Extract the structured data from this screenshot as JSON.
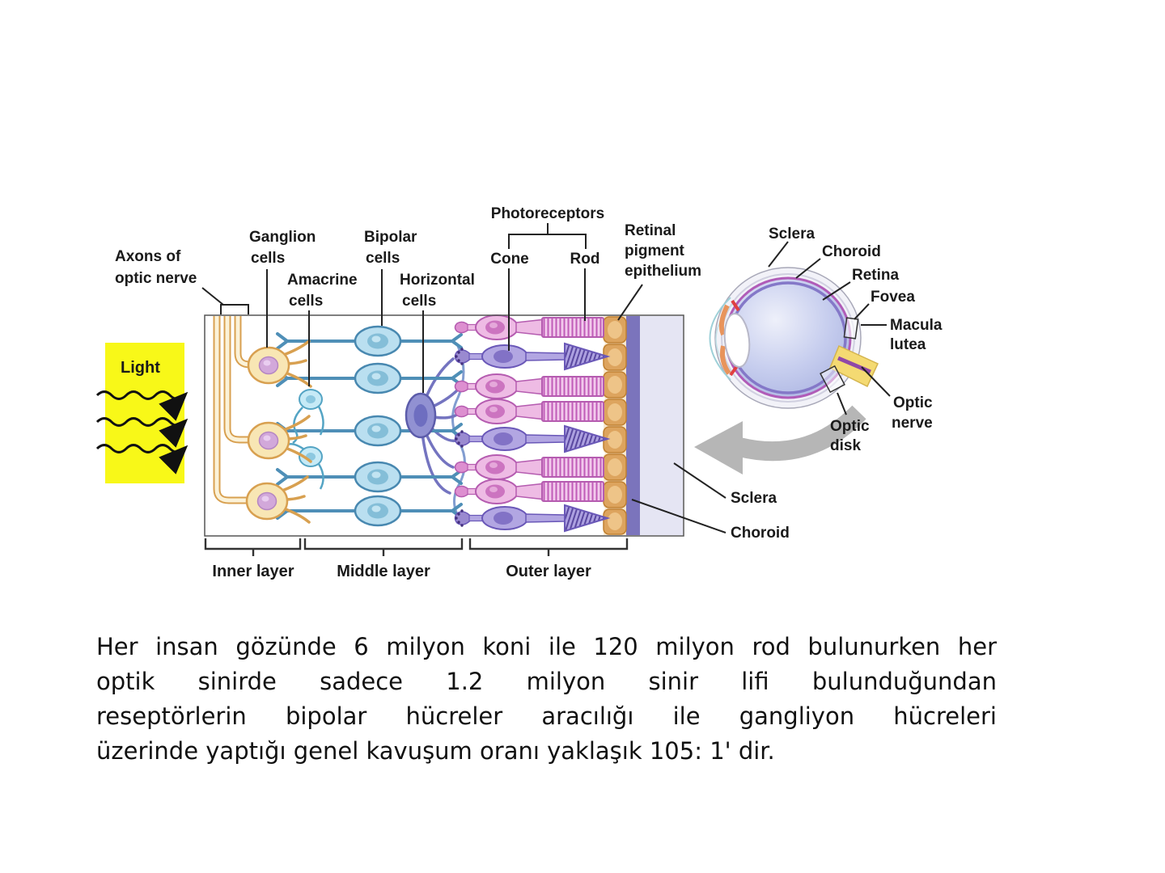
{
  "retina": {
    "light": "Light",
    "axons": [
      "Axons of",
      "optic nerve"
    ],
    "ganglion": [
      "Ganglion",
      "cells"
    ],
    "bipolar": [
      "Bipolar",
      "cells"
    ],
    "amacrine": [
      "Amacrine",
      "cells"
    ],
    "horizontal": [
      "Horizontal",
      "cells"
    ],
    "photoreceptors": "Photoreceptors",
    "cone": "Cone",
    "rod": "Rod",
    "rpe": [
      "Retinal",
      "pigment",
      "epithelium"
    ],
    "layers": [
      "Inner layer",
      "Middle layer",
      "Outer layer"
    ],
    "sclera": "Sclera",
    "choroid": "Choroid"
  },
  "eye": {
    "sclera": "Sclera",
    "choroid": "Choroid",
    "retina": "Retina",
    "fovea": "Fovea",
    "macula": [
      "Macula",
      "lutea"
    ],
    "optic_nerve": [
      "Optic",
      "nerve"
    ],
    "optic_disk": [
      "Optic",
      "disk"
    ]
  },
  "paragraph": [
    "Her insan gözünde 6 milyon koni ile 120 milyon rod bulunurken her",
    "optik sinirde sadece 1.2 milyon sinir lifi bulunduğundan",
    "reseptörlerin bipolar hücreler aracılığı ile gangliyon hücreleri",
    "üzerinde yaptığı genel kavuşum oranı yaklaşık 105: 1' dir."
  ],
  "colors": {
    "light_box": "#f8f818",
    "rod_pink": "#eebbe4",
    "cone_purple": "#b2a6e2",
    "bipolar_blue": "#badff0",
    "ganglion_tan": "#f8e6b4",
    "rpe_orange": "#dda45e",
    "choroid_strip": "#7b74bc",
    "sclera_strip": "#e5e5f3",
    "eye_vitreous": "#b8c0e8",
    "eye_choroid_ring": "#b05cb8",
    "arrow_gray": "#b6b6b6"
  }
}
